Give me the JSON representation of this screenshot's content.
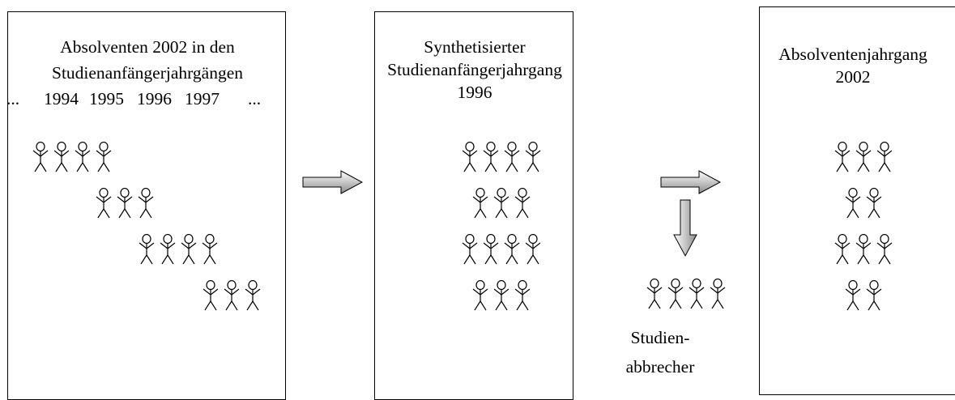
{
  "left_box": {
    "title_line1": "Absolventen 2002 in den",
    "title_line2": "Studienanfängerjahrgängen",
    "ellipsis_left": "...",
    "years": [
      "1994",
      "1995",
      "1996",
      "1997"
    ],
    "ellipsis_right": "...",
    "cohort_counts": [
      4,
      3,
      4,
      3
    ]
  },
  "middle_box": {
    "title_line1": "Synthetisierter",
    "title_line2": "Studienanfängerjahrgang",
    "title_line3": "1996",
    "row_counts": [
      4,
      3,
      4,
      3
    ]
  },
  "dropouts": {
    "label_line1": "Studien-",
    "label_line2": "abbrecher",
    "count": 4
  },
  "right_box": {
    "title_line1": "Absolventenjahrgang",
    "title_line2": "2002",
    "row_counts": [
      3,
      2,
      3,
      2
    ]
  },
  "colors": {
    "line": "#000000",
    "arrow_gradient_light": "#ffffff",
    "arrow_gradient_dark": "#8c8c8c"
  },
  "icons": [
    "stick-figure-icon",
    "right-arrow-icon",
    "down-arrow-icon"
  ]
}
